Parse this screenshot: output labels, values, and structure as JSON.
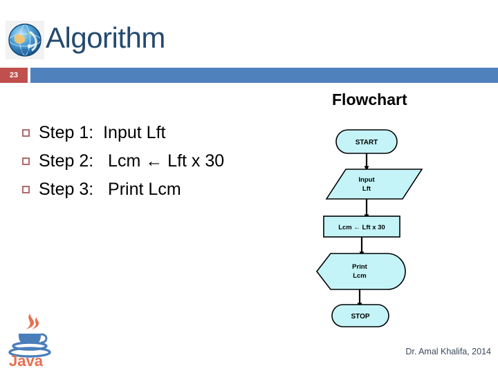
{
  "header": {
    "title": "Algorithm",
    "slide_number": "23",
    "logo_icon": "globe-icon",
    "bar_color": "#4F81BD",
    "badge_color": "#C0504D",
    "title_color": "#24496E"
  },
  "steps": {
    "bullet_color": "#B06A6A",
    "items": [
      {
        "label": "Step 1:  Input Lft"
      },
      {
        "label": "Step 2:   Lcm ← Lft x 30"
      },
      {
        "label": "Step 3:   Print Lcm"
      }
    ]
  },
  "flowchart": {
    "heading": "Flowchart",
    "fill_color": "#C4F4F8",
    "stroke_color": "#000000",
    "nodes": [
      {
        "id": "start",
        "shape": "terminator",
        "label": "START"
      },
      {
        "id": "input",
        "shape": "parallelogram",
        "label_line1": "Input",
        "label_line2": "Lft"
      },
      {
        "id": "process",
        "shape": "rectangle",
        "label": "Lcm ← Lft x 30"
      },
      {
        "id": "print",
        "shape": "display",
        "label_line1": "Print",
        "label_line2": "Lcm"
      },
      {
        "id": "stop",
        "shape": "terminator",
        "label": "STOP"
      }
    ]
  },
  "branding": {
    "java_wordmark": "Java",
    "java_red": "#E76F51",
    "java_blue": "#4A7EBB"
  },
  "footer": {
    "credit": "Dr. Amal Khalifa, 2014"
  }
}
